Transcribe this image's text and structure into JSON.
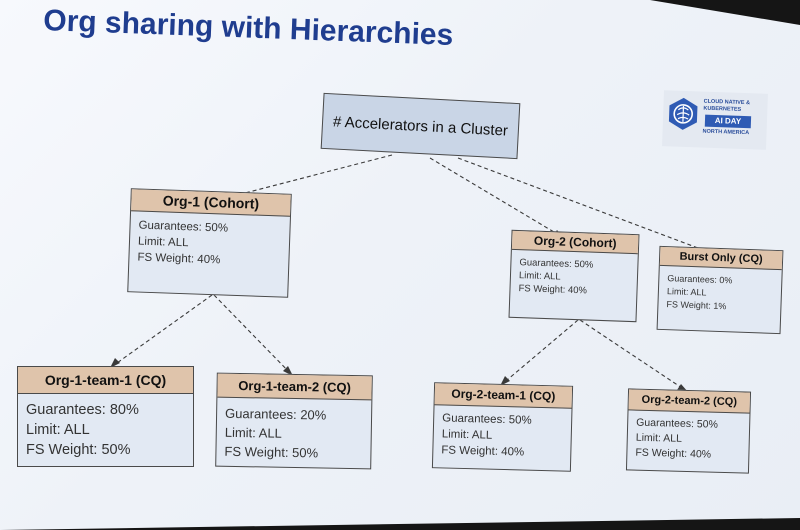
{
  "slide": {
    "title": "Org sharing with Hierarchies"
  },
  "diagram": {
    "root": {
      "label": "# Accelerators in a Cluster"
    },
    "nodes": {
      "org1": {
        "title": "Org-1 (Cohort)",
        "guarantees": "Guarantees: 50%",
        "limit": "Limit: ALL",
        "fs_weight": "FS Weight: 40%"
      },
      "org2": {
        "title": "Org-2 (Cohort)",
        "guarantees": "Guarantees: 50%",
        "limit": "Limit: ALL",
        "fs_weight": "FS Weight: 40%"
      },
      "burst": {
        "title": "Burst Only (CQ)",
        "guarantees": "Guarantees: 0%",
        "limit": "Limit: ALL",
        "fs_weight": "FS Weight: 1%"
      },
      "org1_team1": {
        "title": "Org-1-team-1 (CQ)",
        "guarantees": "Guarantees: 80%",
        "limit": "Limit: ALL",
        "fs_weight": "FS Weight: 50%"
      },
      "org1_team2": {
        "title": "Org-1-team-2 (CQ)",
        "guarantees": "Guarantees: 20%",
        "limit": "Limit: ALL",
        "fs_weight": "FS Weight: 50%"
      },
      "org2_team1": {
        "title": "Org-2-team-1 (CQ)",
        "guarantees": "Guarantees: 50%",
        "limit": "Limit: ALL",
        "fs_weight": "FS Weight: 40%"
      },
      "org2_team2": {
        "title": "Org-2-team-2 (CQ)",
        "guarantees": "Guarantees: 50%",
        "limit": "Limit: ALL",
        "fs_weight": "FS Weight: 40%"
      }
    },
    "edges": [
      {
        "from": "root",
        "to": "org1"
      },
      {
        "from": "root",
        "to": "org2"
      },
      {
        "from": "root",
        "to": "burst"
      },
      {
        "from": "org1",
        "to": "org1_team1"
      },
      {
        "from": "org1",
        "to": "org1_team2"
      },
      {
        "from": "org2",
        "to": "org2_team1"
      },
      {
        "from": "org2",
        "to": "org2_team2"
      }
    ]
  },
  "logo": {
    "line1": "CLOUD NATIVE &",
    "line2": "KUBERNETES",
    "badge": "AI DAY",
    "line3": "NORTH AMERICA"
  },
  "colors": {
    "title": "#1f3d8f",
    "node_header": "#dfc4ab",
    "node_body": "#e2e9f3",
    "root_fill": "#c9d5e6",
    "logo_blue": "#2f5bb4"
  }
}
